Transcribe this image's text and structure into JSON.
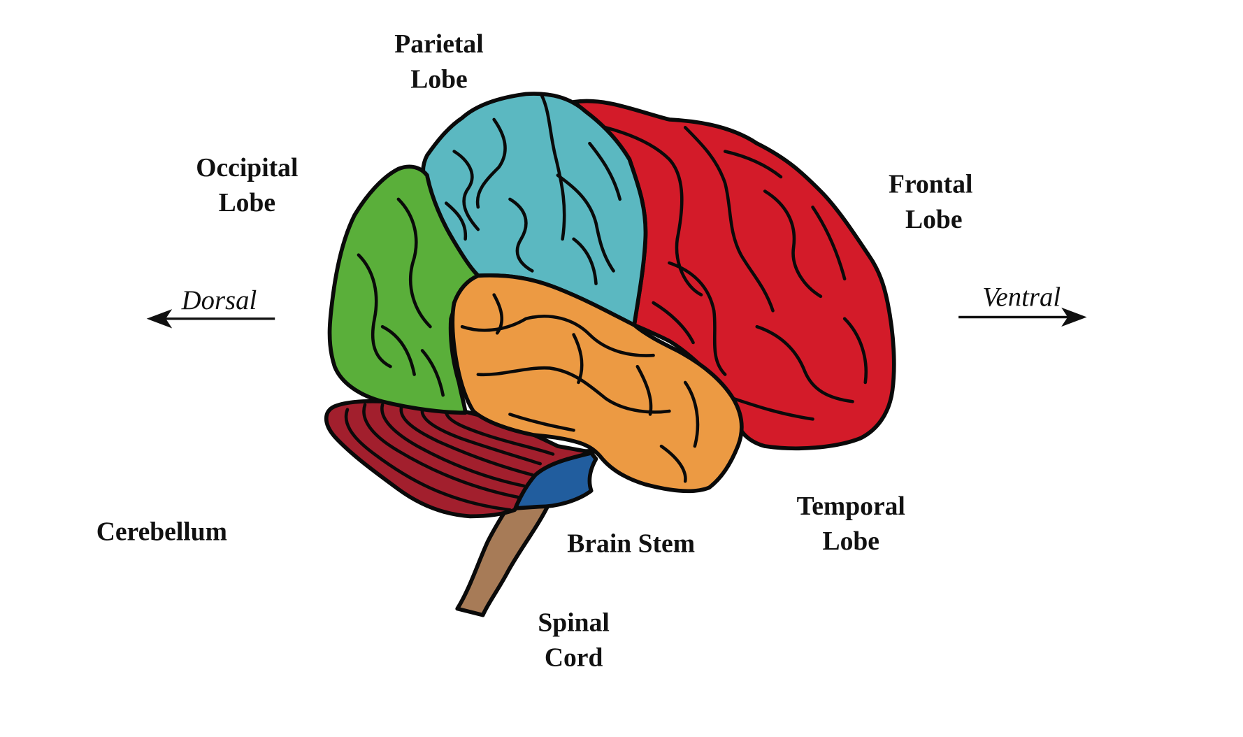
{
  "diagram": {
    "title": "Lateral view of the human brain",
    "regions": {
      "frontal": {
        "label_line1": "Frontal",
        "label_line2": "Lobe",
        "color": "#d31b29"
      },
      "parietal": {
        "label_line1": "Parietal",
        "label_line2": "Lobe",
        "color": "#5bb8c1"
      },
      "occipital": {
        "label_line1": "Occipital",
        "label_line2": "Lobe",
        "color": "#5aaf3a"
      },
      "temporal": {
        "label_line1": "Temporal",
        "label_line2": "Lobe",
        "color": "#ec9a43"
      },
      "cerebellum": {
        "label_line1": "Cerebellum",
        "color": "#a21f2d"
      },
      "brain_stem": {
        "label_line1": "Brain Stem",
        "color": "#215d9e"
      },
      "spinal_cord": {
        "label_line1": "Spinal",
        "label_line2": "Cord",
        "color": "#a77b57"
      }
    },
    "directions": {
      "left": {
        "label": "Dorsal",
        "arrow": "left-arrow"
      },
      "right": {
        "label": "Ventral",
        "arrow": "right-arrow"
      }
    },
    "outline_color": "#0a0a0a"
  }
}
